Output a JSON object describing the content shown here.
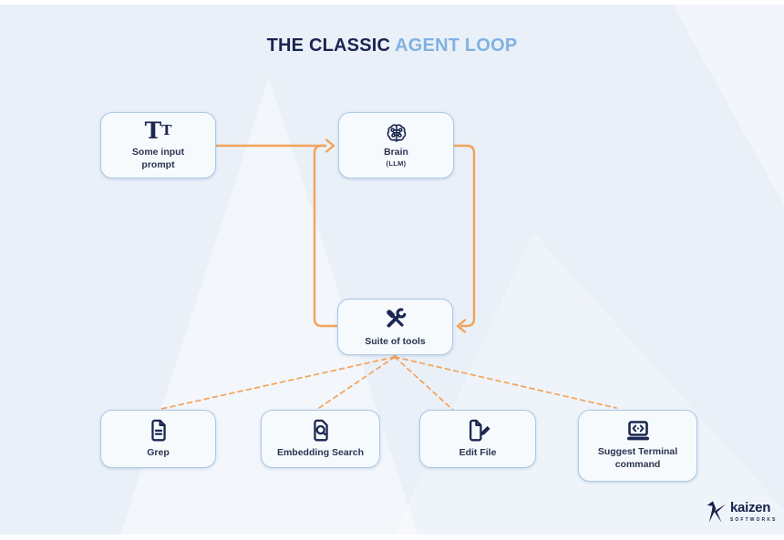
{
  "title": {
    "prefix": "THE CLASSIC",
    "highlight": "AGENT LOOP"
  },
  "nodes": {
    "input": {
      "label": "Some input prompt"
    },
    "brain": {
      "label": "Brain",
      "sublabel": "(LLM)"
    },
    "tools": {
      "label": "Suite of tools"
    },
    "grep": {
      "label": "Grep"
    },
    "embedding": {
      "label": "Embedding Search"
    },
    "edit": {
      "label": "Edit File"
    },
    "terminal": {
      "label": "Suggest Terminal command"
    }
  },
  "icons": {
    "input": "text-format-icon",
    "input_glyph_large": "T",
    "input_glyph_small": "T",
    "brain": "brain-icon",
    "tools": "tools-icon",
    "grep": "document-icon",
    "embedding": "document-search-icon",
    "edit": "file-edit-icon",
    "terminal": "laptop-code-icon"
  },
  "logo": {
    "brand": "kaizen",
    "tagline": "SOFTWORKS"
  },
  "colors": {
    "background": "#EAF0F8",
    "node_fill": "#F7FAFD",
    "node_border": "#ABC9E5",
    "arrow_orange": "#F2A359",
    "navy": "#1B2750",
    "title_navy": "#1A2450",
    "title_blue": "#7EB2E2"
  }
}
